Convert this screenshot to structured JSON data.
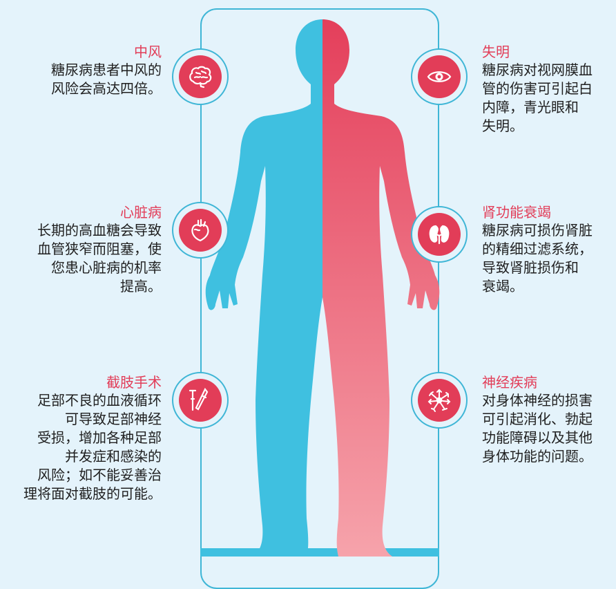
{
  "colors": {
    "accent": "#e23d58",
    "blue": "#3fc0e0",
    "red": "#e8506a",
    "text": "#1f1f1f",
    "background": "#e4f3fb"
  },
  "sections": [
    {
      "key": "stroke",
      "title": "中风",
      "desc_lines": [
        "糖尿病患者中风的",
        "风险会高达四倍。"
      ],
      "icon": "brain-icon"
    },
    {
      "key": "heart",
      "title": "心脏病",
      "desc_lines": [
        "长期的高血糖会导致",
        "血管狭窄而阻塞，使",
        "您患心脏病的机率",
        "提高。"
      ],
      "icon": "heart-icon"
    },
    {
      "key": "amputation",
      "title": "截肢手术",
      "desc_lines": [
        "足部不良的血液循环",
        "可导致足部神经",
        "受损，增加各种足部",
        "并发症和感染的",
        "风险；如不能妥善治",
        "理将面对截肢的可能。"
      ],
      "icon": "crutches-icon"
    },
    {
      "key": "blindness",
      "title": "失明",
      "desc_lines": [
        "糖尿病对视网膜血",
        "管的伤害可引起白",
        "内障，青光眼和",
        "失明。"
      ],
      "icon": "eye-icon"
    },
    {
      "key": "kidney",
      "title": "肾功能衰竭",
      "desc_lines": [
        "糖尿病可损伤肾脏",
        "的精细过滤系统，",
        "导致肾脏损伤和",
        "衰竭。"
      ],
      "icon": "kidney-icon"
    },
    {
      "key": "nerve",
      "title": "神经疾病",
      "desc_lines": [
        "对身体神经的损害",
        "可引起消化、勃起",
        "功能障碍以及其他",
        "身体功能的问题。"
      ],
      "icon": "neuron-icon"
    }
  ]
}
